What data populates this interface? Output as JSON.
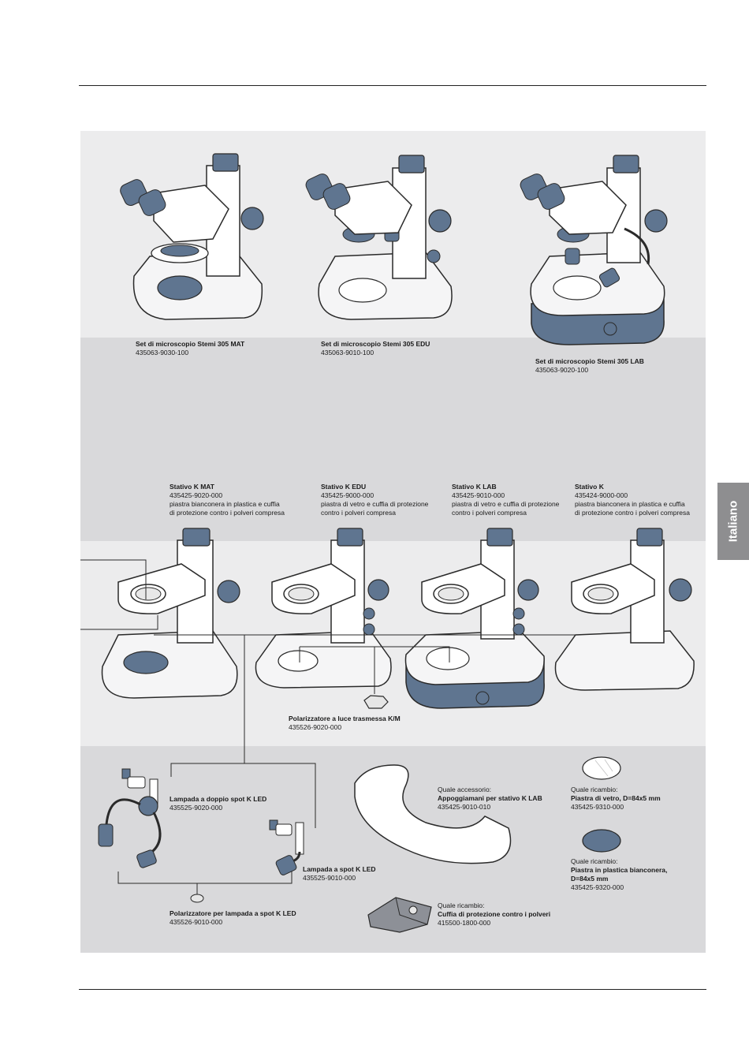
{
  "language_tab": "Italiano",
  "colors": {
    "band_light": "#ececed",
    "band_mid": "#d9d9db",
    "steel_blue": "#5f7590",
    "outline": "#2a2a2a"
  },
  "microscope_sets": [
    {
      "title": "Set di microscopio Stemi 305 MAT",
      "code": "435063-9030-100"
    },
    {
      "title": "Set di microscopio Stemi 305 EDU",
      "code": "435063-9010-100"
    },
    {
      "title": "Set di microscopio Stemi 305 LAB",
      "code": "435063-9020-100"
    }
  ],
  "stands": [
    {
      "title": "Stativo K MAT",
      "code": "435425-9020-000",
      "desc": [
        "piastra bianconera in plastica e cuffia",
        "di protezione contro i polveri compresa"
      ]
    },
    {
      "title": "Stativo K EDU",
      "code": "435425-9000-000",
      "desc": [
        "piastra di vetro e cuffia di protezione",
        "contro i polveri compresa"
      ]
    },
    {
      "title": "Stativo K LAB",
      "code": "435425-9010-000",
      "desc": [
        "piastra di vetro e cuffia di protezione",
        "contro i polveri compresa"
      ]
    },
    {
      "title": "Stativo K",
      "code": "435424-9000-000",
      "desc": [
        "piastra bianconera in plastica e cuffia",
        "di protezione contro i polveri compresa"
      ]
    }
  ],
  "polarizer_transmitted": {
    "title": "Polarizzatore a luce trasmessa K/M",
    "code": "435526-9020-000"
  },
  "accessories": {
    "double_spot": {
      "title": "Lampada a doppio spot K LED",
      "code": "435525-9020-000"
    },
    "spot": {
      "title": "Lampada a spot K LED",
      "code": "435525-9010-000"
    },
    "spot_polarizer": {
      "title": "Polarizzatore per lampada a spot K LED",
      "code": "435526-9010-000"
    },
    "armrest": {
      "sub": "Quale accessorio:",
      "title": "Appoggiamani per stativo K LAB",
      "code": "435425-9010-010"
    },
    "dust_cover": {
      "sub": "Quale ricambio:",
      "title": "Cuffia di protezione contro i polveri",
      "code": "415500-1800-000"
    },
    "glass_plate": {
      "sub": "Quale ricambio:",
      "title": "Piastra di vetro, D=84x5 mm",
      "code": "435425-9310-000"
    },
    "bw_plate": {
      "sub": "Quale ricambio:",
      "title": [
        "Piastra in plastica bianconera,",
        "D=84x5 mm"
      ],
      "code": "435425-9320-000"
    }
  }
}
